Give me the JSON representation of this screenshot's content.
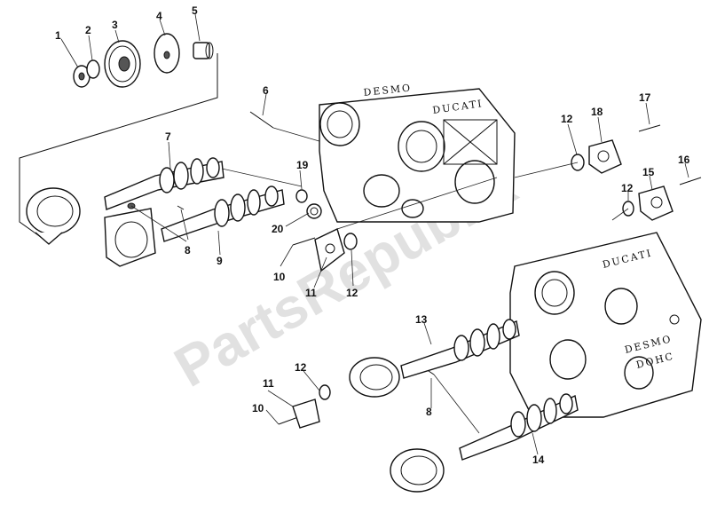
{
  "watermark": "PartsRepublik",
  "engravings": {
    "rear_cover_top": "DESMO",
    "rear_cover_side": "DUCATI",
    "front_cover_top": "DUCATI",
    "front_cover_mid": "DESMO",
    "front_cover_low": "DOHC"
  },
  "callouts": {
    "c1": "1",
    "c2": "2",
    "c3": "3",
    "c4": "4",
    "c5": "5",
    "c6": "6",
    "c7": "7",
    "c8a": "8",
    "c8b": "8",
    "c9": "9",
    "c10a": "10",
    "c10b": "10",
    "c11a": "11",
    "c11b": "11",
    "c12a": "12",
    "c12b": "12",
    "c12c": "12",
    "c12d": "12",
    "c13": "13",
    "c14": "14",
    "c15": "15",
    "c16": "16",
    "c17": "17",
    "c18": "18",
    "c19": "19",
    "c20": "20"
  }
}
